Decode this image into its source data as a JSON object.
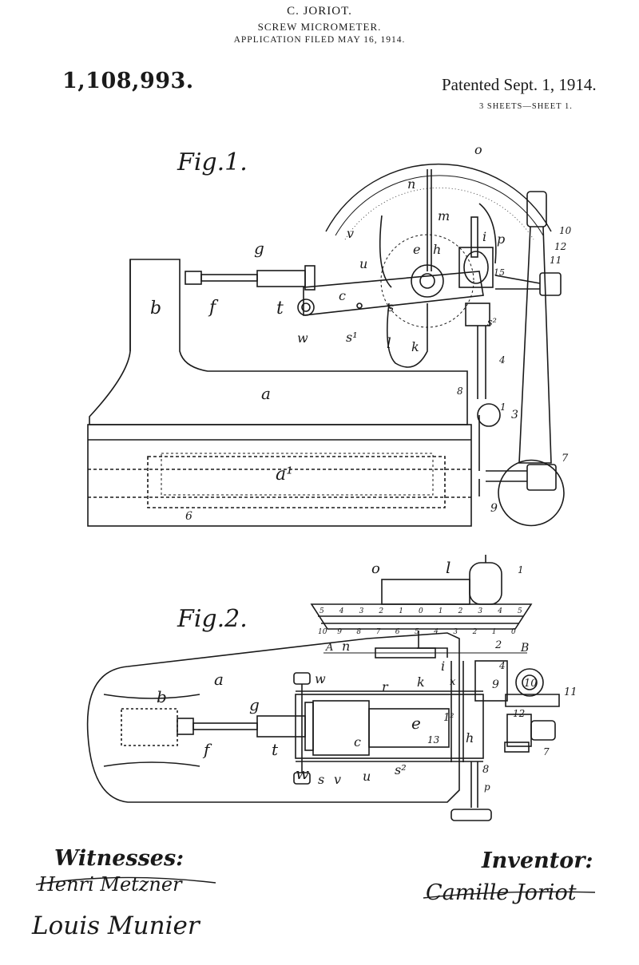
{
  "header": {
    "inventor_name": "C. JORIOT.",
    "title": "SCREW MICROMETER.",
    "filed": "APPLICATION FILED MAY 16, 1914.",
    "patent_number": "1,108,993.",
    "patented": "Patented Sept. 1, 1914.",
    "sheets": "3 SHEETS—SHEET 1."
  },
  "figures": {
    "fig1": {
      "label": "Fig.1.",
      "refs": [
        "o",
        "n",
        "m",
        "i",
        "p",
        "10",
        "12",
        "11",
        "g",
        "v",
        "u",
        "e",
        "h",
        "15",
        "b",
        "f",
        "c",
        "t",
        "s",
        "w",
        "s¹",
        "l",
        "k",
        "s²",
        "4",
        "8",
        "a",
        "1",
        "3",
        "a¹",
        "7",
        "6",
        "9"
      ]
    },
    "fig2": {
      "label": "Fig.2.",
      "refs": [
        "o",
        "l",
        "1",
        "A",
        "n",
        "2",
        "B",
        "a",
        "w",
        "r",
        "i",
        "x",
        "4",
        "9",
        "10",
        "11",
        "b",
        "g",
        "k",
        "1²",
        "12",
        "e",
        "h",
        "c",
        "13",
        "7",
        "f",
        "t",
        "w",
        "s",
        "v",
        "u",
        "s²",
        "8",
        "p"
      ],
      "scale_top": [
        "5",
        "4",
        "3",
        "2",
        "1",
        "0",
        "1",
        "2",
        "3",
        "4",
        "5"
      ],
      "scale_bottom": [
        "10",
        "9",
        "8",
        "7",
        "6",
        "5",
        "4",
        "3",
        "2",
        "1",
        "0"
      ]
    }
  },
  "signatures": {
    "witnesses_label": "Witnesses:",
    "witness_1": "Henri Metzner",
    "witness_2": "Louis Munier",
    "inventor_label": "Inventor:",
    "inventor_signature": "Camille Joriot"
  }
}
